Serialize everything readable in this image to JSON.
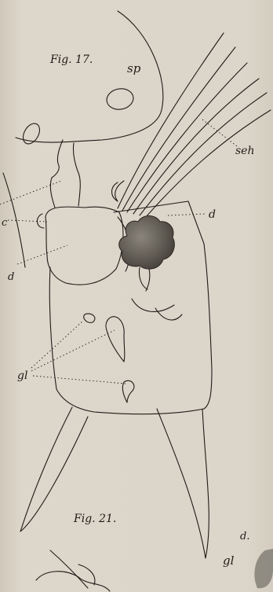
{
  "figures": {
    "fig17": "Fig. 17.",
    "fig21": "Fig. 21."
  },
  "labels": {
    "sp": "sp",
    "seh": "seh",
    "d_right": "d",
    "c_left": "c",
    "d_left": "d",
    "gl_main": "gl",
    "d_corner": "d.",
    "gl_corner": "gl"
  },
  "colors": {
    "paper": "#d9d2c6",
    "ink": "#1e1b18",
    "gland": "#5f5a52"
  }
}
